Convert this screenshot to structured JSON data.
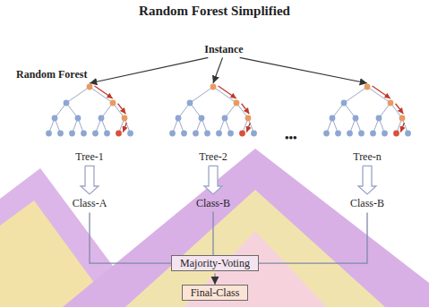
{
  "diagram": {
    "title": "Random Forest Simplified",
    "nodes": [
      {
        "text": [
          "Instance"
        ]
      },
      {
        "text": [
          "Tree-1"
        ]
      },
      {
        "text": [
          "Tree-2"
        ]
      },
      {
        "text": [
          "Tree-n"
        ]
      },
      {
        "text": [
          "Class-A"
        ]
      },
      {
        "text": [
          "Class-B"
        ]
      },
      {
        "text": [
          "Class-B"
        ]
      },
      {
        "text": [
          "Majority-Voting"
        ]
      },
      {
        "text": [
          "Final-Class"
        ]
      }
    ],
    "edges": [
      {
        "from": 0,
        "to": 1,
        "arrow": "to"
      },
      {
        "from": 0,
        "to": 2,
        "arrow": "to"
      },
      {
        "from": 0,
        "to": 3,
        "arrow": "to"
      },
      {
        "from": 1,
        "to": 4,
        "arrow": "to"
      },
      {
        "from": 2,
        "to": 5,
        "arrow": "to"
      },
      {
        "from": 3,
        "to": 6,
        "arrow": "to"
      },
      {
        "from": 4,
        "to": 7,
        "arrow": "none"
      },
      {
        "from": 5,
        "to": 7,
        "arrow": "none"
      },
      {
        "from": 6,
        "to": 7,
        "arrow": "none"
      },
      {
        "from": 7,
        "to": 8,
        "arrow": "to"
      }
    ],
    "labels": [
      "Random Forest",
      "•••"
    ]
  }
}
